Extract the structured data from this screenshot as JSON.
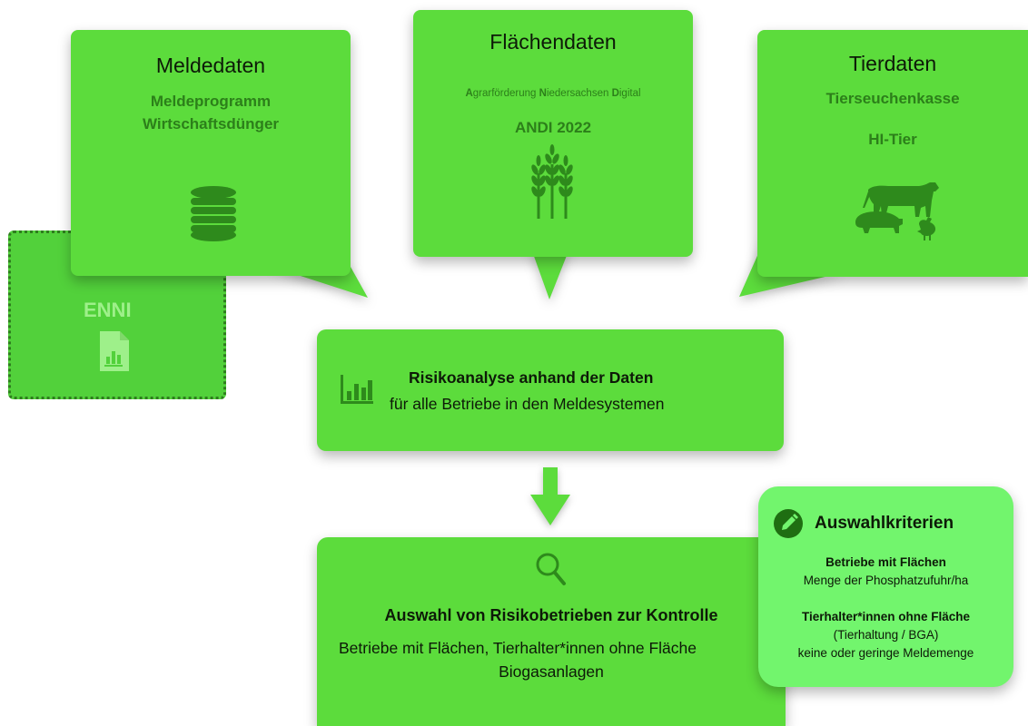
{
  "meldedaten": {
    "title": "Meldedaten",
    "line1": "Meldeprogramm",
    "line2": "Wirtschaftsdünger",
    "icon": "database-icon"
  },
  "flaechendaten": {
    "title": "Flächendaten",
    "agrar_words": [
      "A",
      "grarförderung ",
      "N",
      "iedersachsen ",
      "D",
      "igital"
    ],
    "andi": "ANDI 2022",
    "icon": "wheat-icon"
  },
  "tierdaten": {
    "title": "Tierdaten",
    "line1": "Tierseuchenkasse",
    "line2": "HI-Tier",
    "icon": "livestock-icon"
  },
  "enni": {
    "label": "ENNI",
    "icon": "chart-document-icon"
  },
  "risiko": {
    "title": "Risikoanalyse anhand der Daten",
    "subtitle": "für alle Betriebe in den Meldesystemen",
    "icon": "bar-chart-icon"
  },
  "auswahl": {
    "title": "Auswahl von Risikobetrieben zur Kontrolle",
    "line1": "Betriebe mit Flächen, Tierhalter*innen ohne Fläche",
    "line2": "Biogasanlagen",
    "icon": "magnifier-icon"
  },
  "kriterien": {
    "title": "Auswahlkriterien",
    "item1_title": "Betriebe mit Flächen",
    "item1_text": "Menge der Phosphatzufuhr/ha",
    "item2_title": "Tierhalter*innen ohne Fläche",
    "item2_text1": "(Tierhaltung / BGA)",
    "item2_text2": "keine oder geringe Meldemenge",
    "icon": "pencil-icon"
  },
  "colors": {
    "box_green": "#5cdc3c",
    "light_green": "#72f56d",
    "dark_green_text": "#2c7f1a",
    "icon_green": "#2e8a1c"
  }
}
